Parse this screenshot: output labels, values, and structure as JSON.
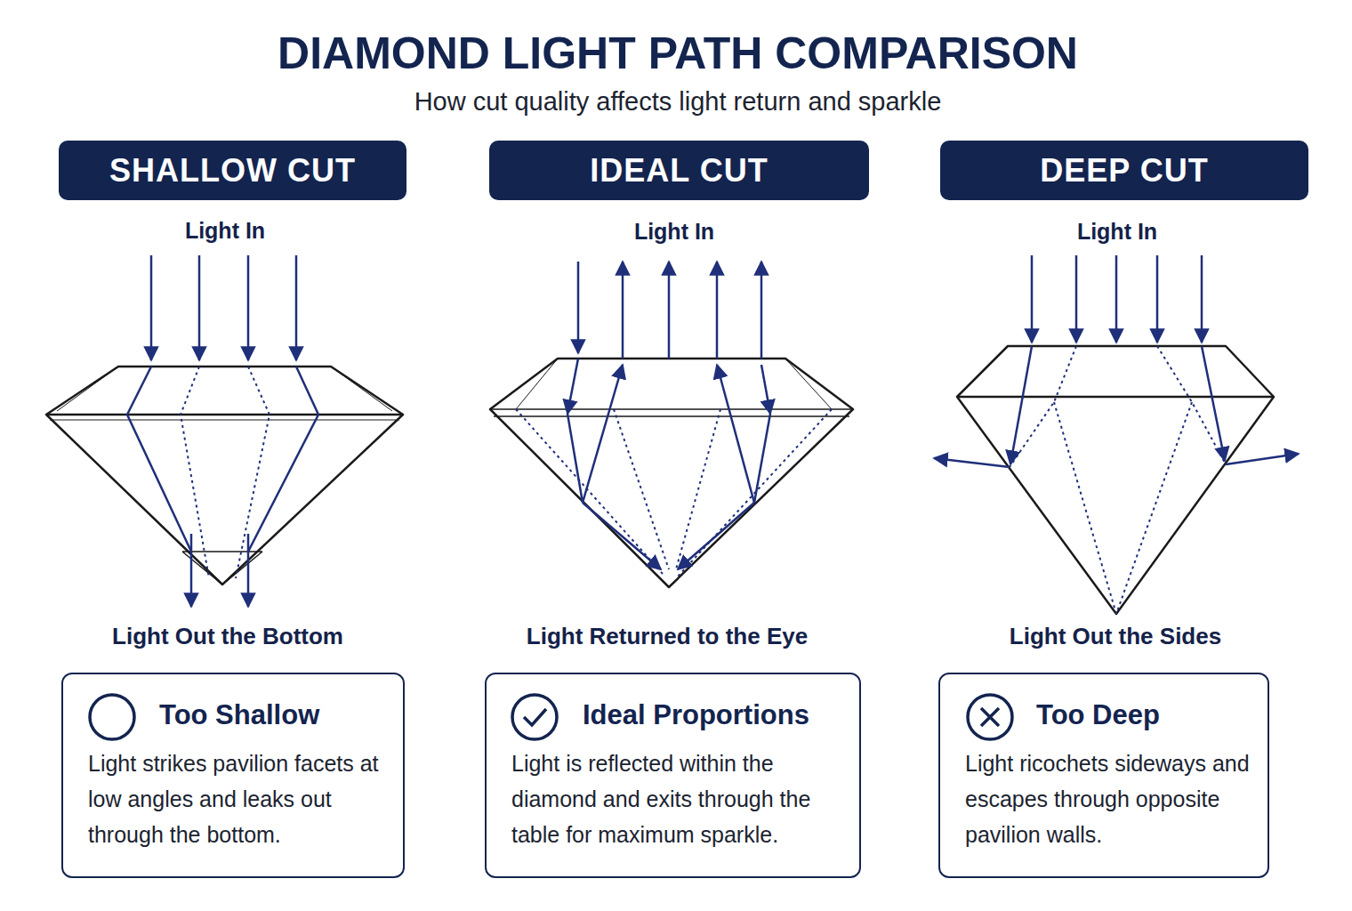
{
  "diagram": {
    "title": "DIAMOND LIGHT PATH COMPARISON",
    "nodes": [
      {
        "text": [
          "SHALLOW CUT"
        ]
      },
      {
        "text": [
          "IDEAL CUT"
        ]
      },
      {
        "text": [
          "DEEP CUT"
        ]
      },
      {
        "text": [
          "Too Shallow",
          "Light strikes pavilion facets at low angles and leaks out through the bottom."
        ]
      },
      {
        "text": [
          "Ideal Proportions",
          "Light is reflected within the diamond and exits through the table for maximum sparkle."
        ]
      },
      {
        "text": [
          "Too Deep",
          "Light ricochets sideways and escapes through opposite pavilion walls."
        ]
      }
    ],
    "labels": [
      "How cut quality affects light return and sparkle",
      "Light In",
      "Light In",
      "Light In",
      "Light Out the Bottom",
      "Light Returned to the Eye",
      "Light Out the Sides"
    ]
  }
}
